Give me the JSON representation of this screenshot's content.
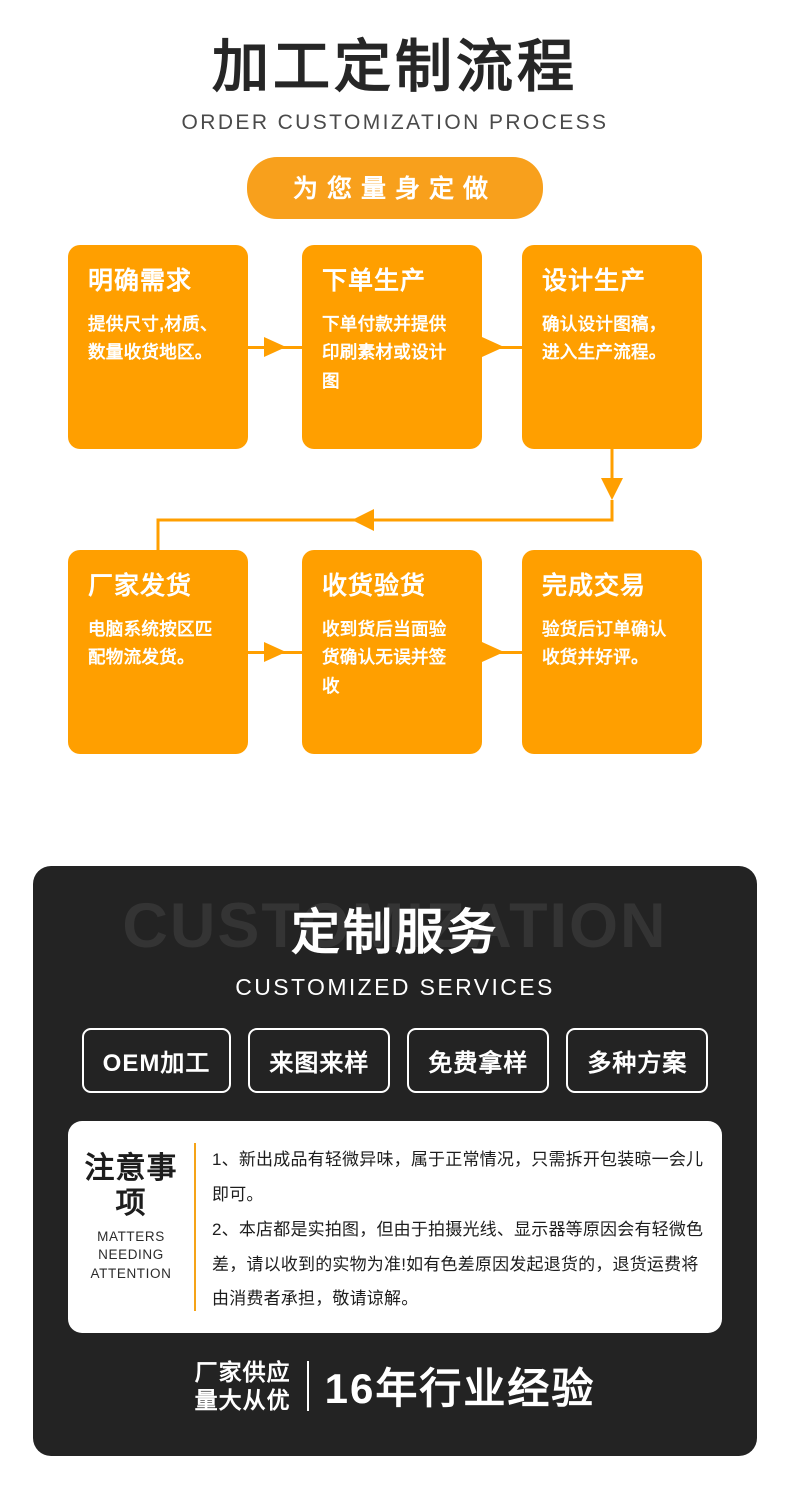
{
  "header": {
    "title": "加工定制流程",
    "subtitle": "ORDER CUSTOMIZATION PROCESS",
    "pill": "为您量身定做"
  },
  "flow": {
    "steps": [
      {
        "title": "明确需求",
        "desc": "提供尺寸,材质、数量收货地区。"
      },
      {
        "title": "下单生产",
        "desc": "下单付款并提供印刷素材或设计图"
      },
      {
        "title": "设计生产",
        "desc": "确认设计图稿，进入生产流程。"
      },
      {
        "title": "厂家发货",
        "desc": "电脑系统按区匹配物流发货。"
      },
      {
        "title": "收货验货",
        "desc": "收到货后当面验货确认无误并签收"
      },
      {
        "title": "完成交易",
        "desc": "验货后订单确认收货并好评。"
      }
    ]
  },
  "custom": {
    "watermark": "CUSTOMIZATION",
    "title_cn": "定制服务",
    "title_en": "CUSTOMIZED SERVICES",
    "tags": [
      "OEM加工",
      "来图来样",
      "免费拿样",
      "多种方案"
    ]
  },
  "notice": {
    "label_cn": "注意事项",
    "label_en_1": "MATTERS",
    "label_en_2": "NEEDING",
    "label_en_3": "ATTENTION",
    "items": [
      "1、新出成品有轻微异味，属于正常情况，只需拆开包装晾一会儿即可。",
      "2、本店都是实拍图，但由于拍摄光线、显示器等原因会有轻微色差，请以收到的实物为准!如有色差原因发起退货的，退货运费将由消费者承担，敬请谅解。"
    ]
  },
  "footer": {
    "left_line1": "厂家供应",
    "left_line2": "量大从优",
    "right": "16年行业经验"
  },
  "colors": {
    "orange": "#FF9F00",
    "pill_orange": "#F8A01C",
    "dark": "#232323",
    "watermark": "#343434",
    "text_dark": "#262626"
  }
}
